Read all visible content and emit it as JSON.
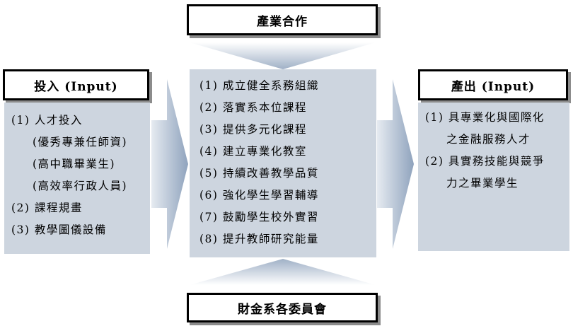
{
  "top_box": {
    "title": "產業合作"
  },
  "bottom_box": {
    "title": "財金系各委員會"
  },
  "input_box": {
    "title": "投入 (Input)",
    "items": [
      "(1)  人才投入",
      "(優秀專兼任師資)",
      "(高中職畢業生)",
      "(高效率行政人員)",
      "(2)  課程規畫",
      "(3)  教學圖儀設備"
    ]
  },
  "center_box": {
    "items": [
      "(1)  成立健全系務組織",
      "(2)  落實系本位課程",
      "(3)  提供多元化課程",
      "(4)  建立專業化教室",
      "(5)  持續改善教學品質",
      "(6)  強化學生學習輔導",
      "(7)  鼓勵學生校外實習",
      "(8)  提升教師研究能量"
    ]
  },
  "output_box": {
    "title": "產出 (Input)",
    "items": [
      "(1)  具專業化與國際化",
      "之金融服務人才",
      "(2)  具實務技能與競爭",
      "力之畢業學生"
    ]
  },
  "colors": {
    "panel": "#cdd5df",
    "arrow_light": "#e8edf3",
    "arrow_dark": "#9fb0c6",
    "border": "#000000",
    "shadow": "#8c8c8c"
  }
}
